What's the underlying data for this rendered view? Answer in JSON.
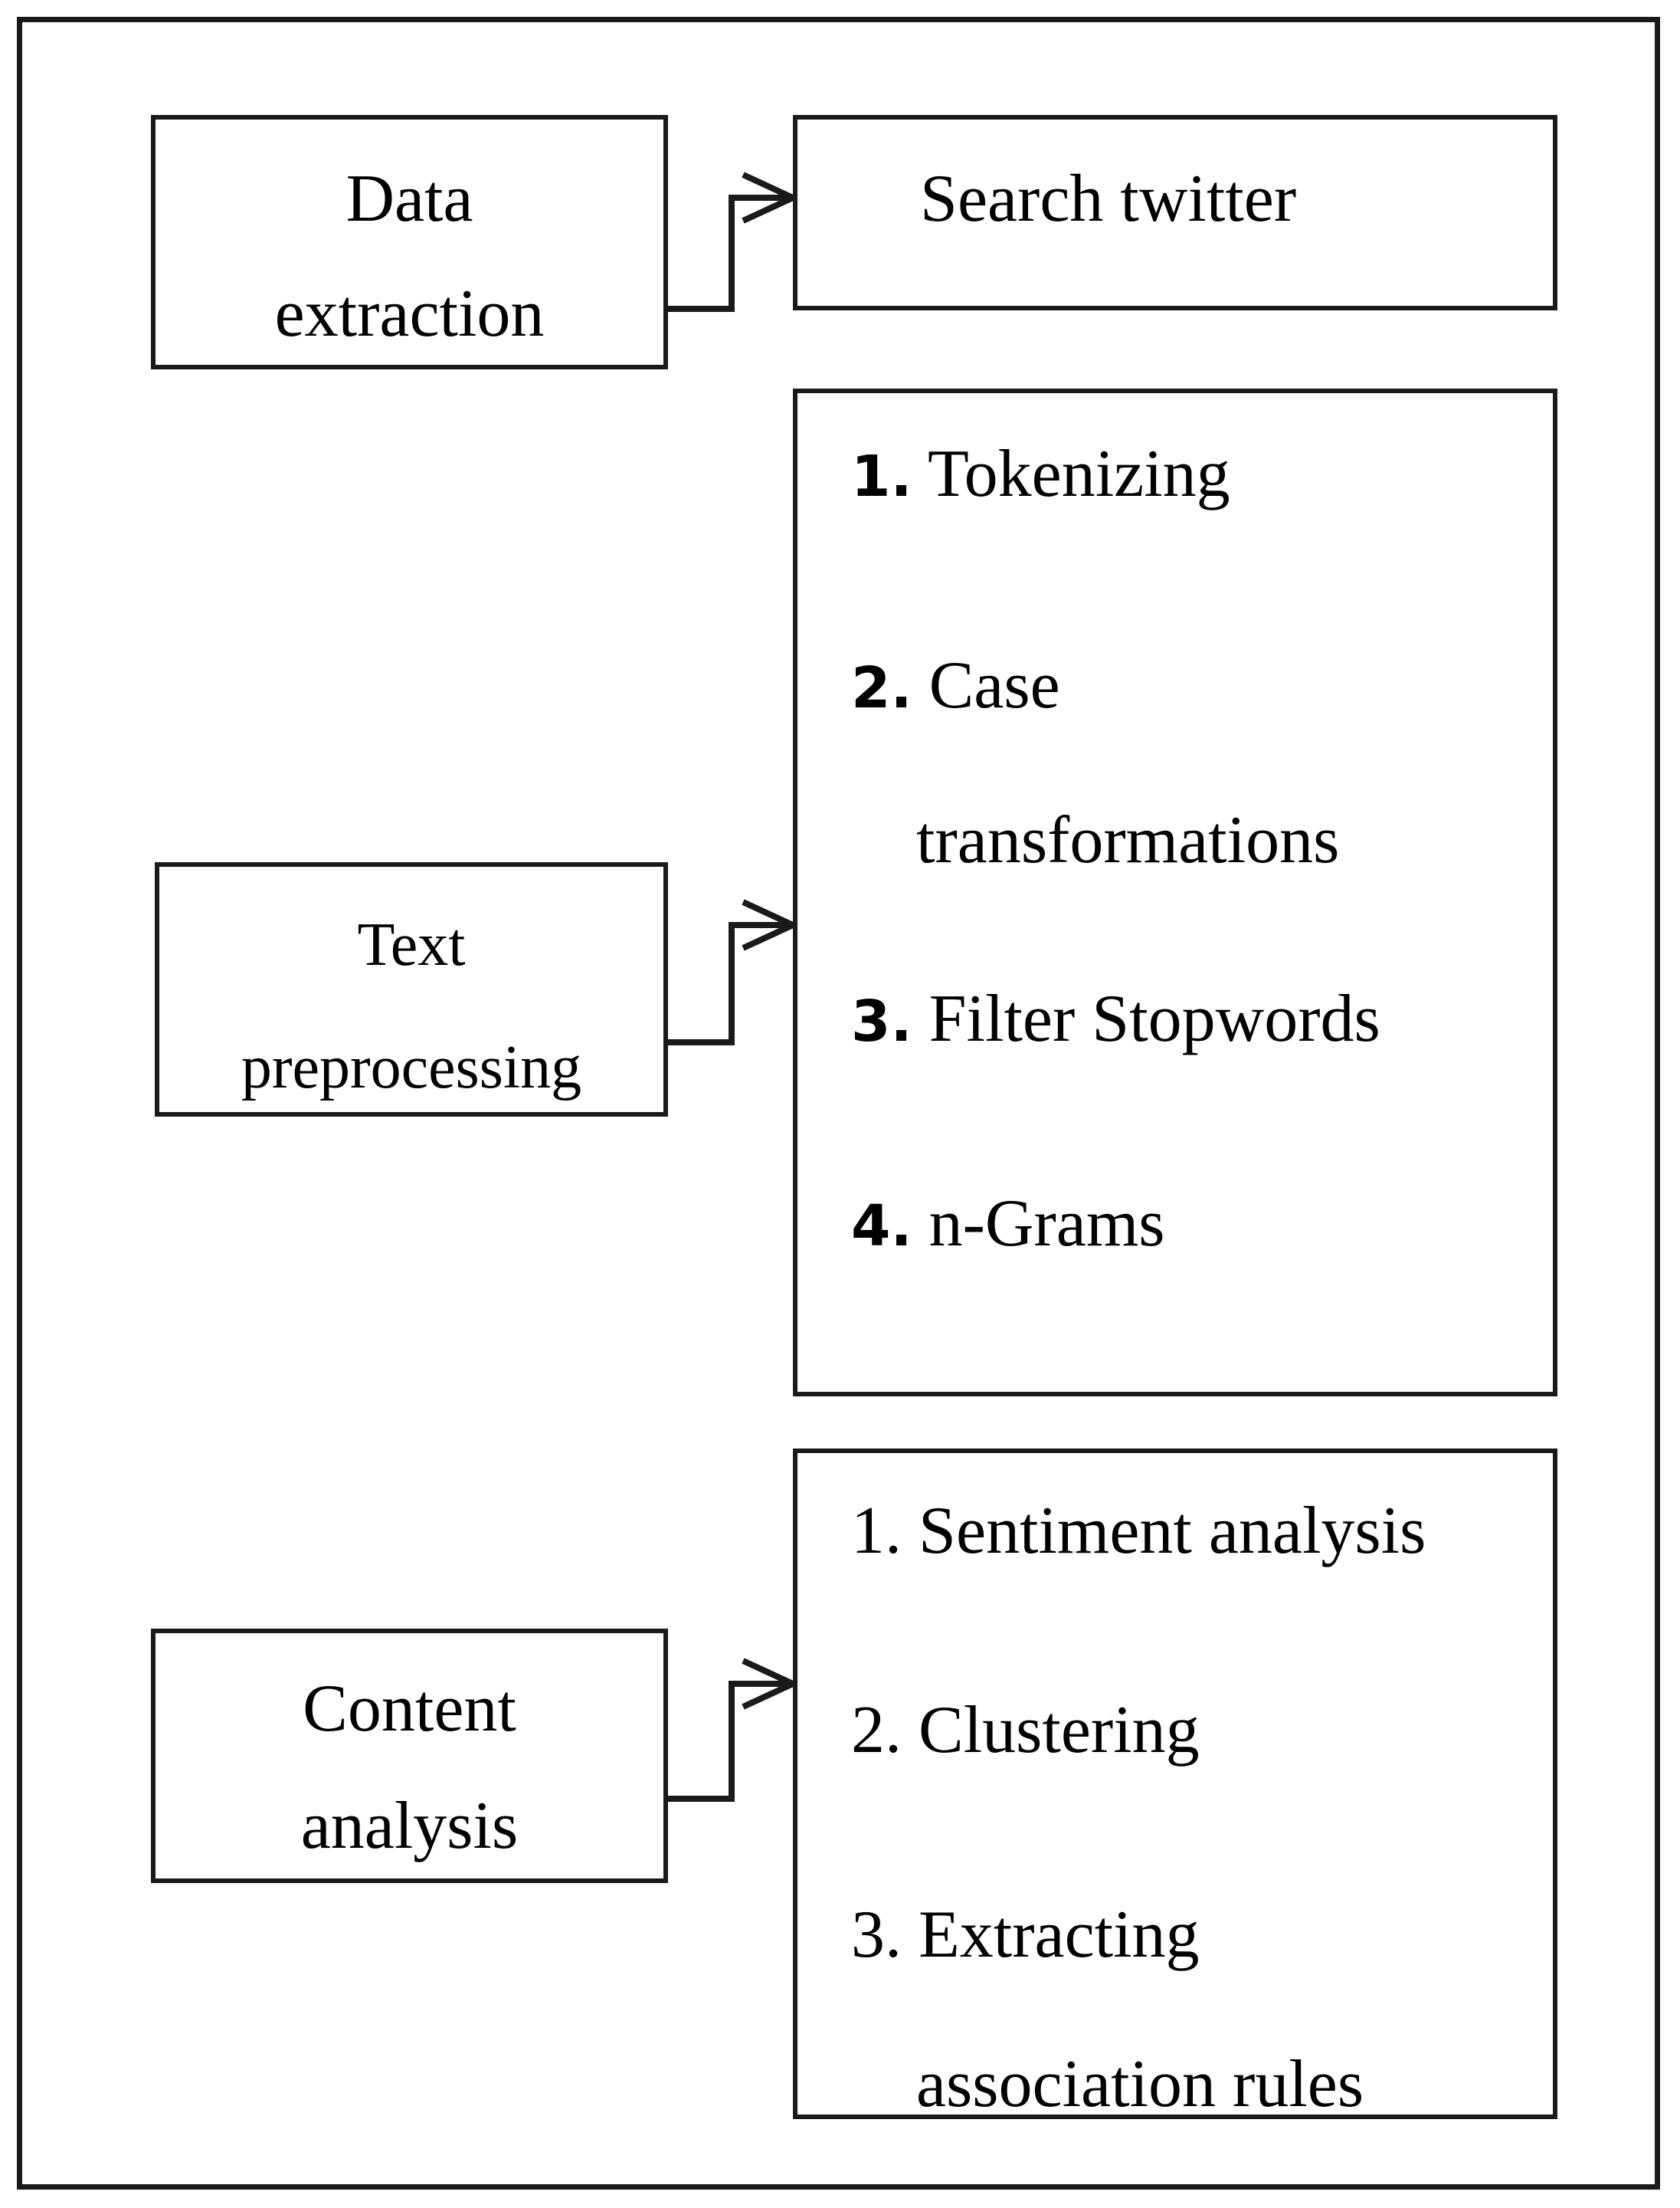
{
  "steps": [
    {
      "label_lines": [
        "Data",
        "extraction"
      ],
      "detail_lines": [
        "Search twitter"
      ]
    },
    {
      "label_lines": [
        "Text",
        "preprocessing"
      ],
      "items": [
        {
          "num": "1.",
          "text": "Tokenizing"
        },
        {
          "num": "2.",
          "text": "Case"
        },
        {
          "num": "",
          "text": "transformations"
        },
        {
          "num": "3.",
          "text": "Filter Stopwords"
        },
        {
          "num": "4.",
          "text": "n-Grams"
        }
      ]
    },
    {
      "label_lines": [
        "Content",
        "analysis"
      ],
      "items": [
        {
          "num": "1.",
          "text": "Sentiment analysis"
        },
        {
          "num": "2.",
          "text": "Clustering"
        },
        {
          "num": "3.",
          "text": "Extracting"
        },
        {
          "num": "",
          "text": "association rules"
        }
      ]
    }
  ]
}
